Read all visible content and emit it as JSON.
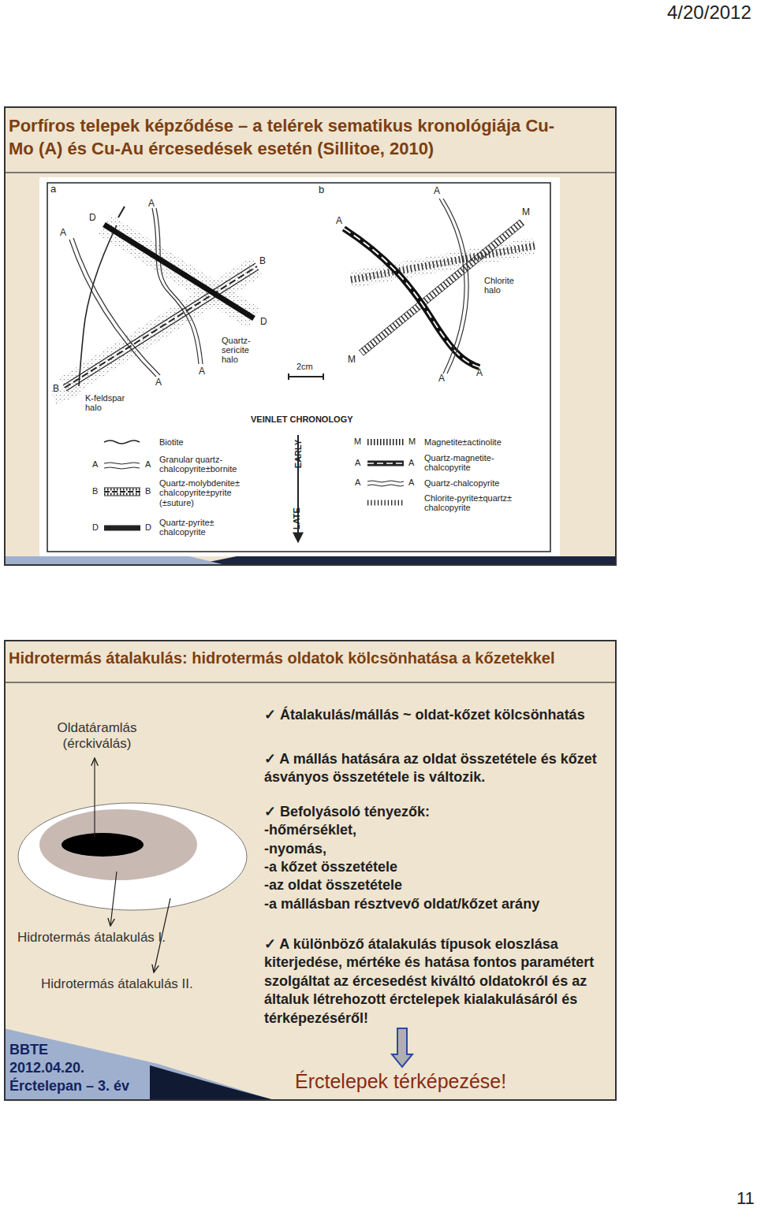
{
  "diagram": {
    "nodes": [
      {
        "text": [
          "Porfíros telepek képződése – a telérek sematikus kronológiája Cu-Mo (A) és Cu-Au ércesedések esetén (Sillitoe, 2010)"
        ]
      },
      {
        "text": [
          "Hidrotermás átalakulás: hidrotermás oldatok kölcsönhatása a kőzetekkel"
        ]
      }
    ],
    "labels": [
      "4/20/2012",
      "11",
      "a",
      "b",
      "D",
      "A",
      "A",
      "B",
      "D",
      "Quartz-sericite halo",
      "A",
      "A",
      "B",
      "K-feldspar halo",
      "2cm",
      "A",
      "A",
      "M",
      "Chlorite halo",
      "M",
      "A",
      "A",
      "VEINLET CHRONOLOGY",
      "EARLY",
      "LATE",
      "A",
      "A",
      "B",
      "B",
      "D",
      "D",
      "M",
      "M",
      "A",
      "A",
      "A",
      "A",
      "Oldatáramlás (érckiválás)",
      "Hidrotermás átalakulás I.",
      "Hidrotermás átalakulás II.",
      "BBTE",
      "2012.04.20.",
      "Érctelepan – 3. év",
      "✓ Átalakulás/mállás ~ oldat-kőzet kölcsönhatás",
      "✓ A mállás hatására az oldat összetétele és kőzet ásványos összetétele is változik.",
      "✓ Befolyásoló tényezők:",
      "-hőmérséklet,",
      "-nyomás,",
      "-a kőzet összetétele",
      "-az oldat összetétele",
      "-a mállásban résztvevő oldat/kőzet arány",
      "✓ A különböző átalakulás típusok eloszlása kiterjedése, mértéke és hatása fontos paramétert szolgáltat az ércesedést kiváltó oldatokról és az általuk létrehozott érctelepek kialakulásáról és térképezéséről!",
      "Érctelepek térképezése!"
    ],
    "legend": [
      {
        "text": "Biotite"
      },
      {
        "text": "Granular quartz-chalcopyrite±bornite"
      },
      {
        "text": "Quartz-molybdenite± chalcopyrite±pyrite (±suture)"
      },
      {
        "text": "Quartz-pyrite± chalcopyrite"
      },
      {
        "text": "Magnetite±actinolite"
      },
      {
        "text": "Quartz-magnetite-chalcopyrite"
      },
      {
        "text": "Quartz-chalcopyrite"
      },
      {
        "text": "Chlorite-pyrite±quartz± chalcopyrite"
      }
    ]
  }
}
